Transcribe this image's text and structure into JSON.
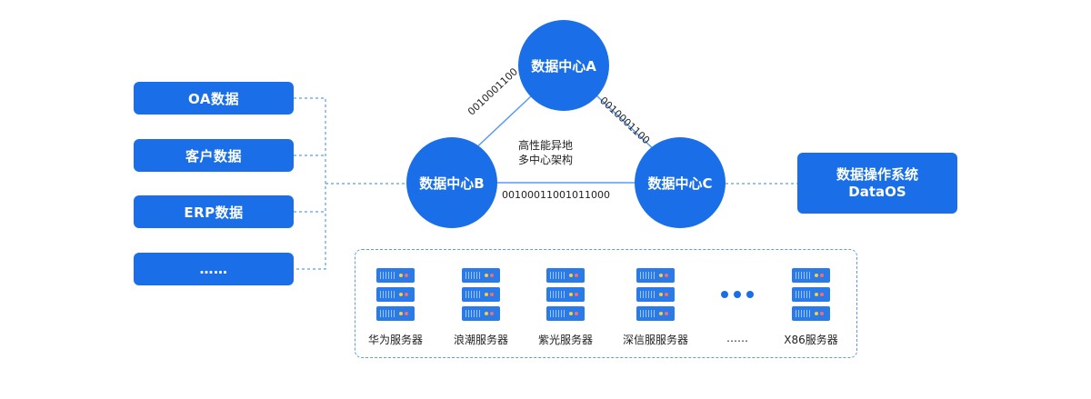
{
  "sources": [
    "OA数据",
    "客户数据",
    "ERP数据",
    "……"
  ],
  "datacenters": {
    "a": "数据中心A",
    "b": "数据中心B",
    "c": "数据中心C"
  },
  "architecture_label": [
    "高性能异地",
    "多中心架构"
  ],
  "binary": {
    "ab": "0010001100",
    "ac": "0010001100",
    "bc": "00100011001011000"
  },
  "dataos": {
    "line1": "数据操作系统",
    "line2": "DataOS"
  },
  "servers": [
    "华为服务器",
    "浪潮服务器",
    "紫光服务器",
    "深信服服务器",
    "……",
    "X86服务器"
  ],
  "colors": {
    "primary": "#1a6fe8",
    "dashed": "#5a9cf0"
  }
}
